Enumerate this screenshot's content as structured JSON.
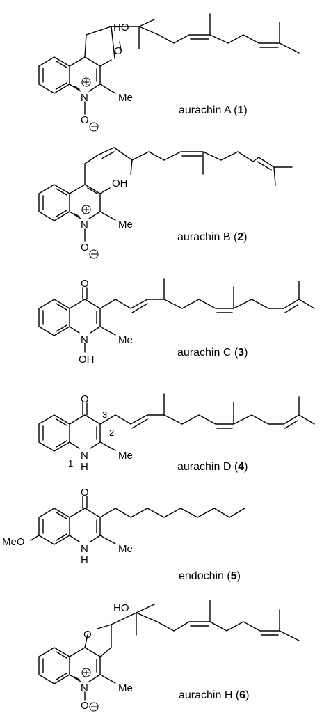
{
  "atoms": {
    "ho": "HO",
    "oh": "OH",
    "o": "O",
    "n": "N",
    "nh_n": "N",
    "h": "H",
    "me": "Me",
    "meo": "MeO"
  },
  "locants": {
    "one": "1",
    "two": "2",
    "three": "3"
  },
  "compounds": [
    {
      "name": "aurachin A (",
      "num": "1",
      "close": ")"
    },
    {
      "name": "aurachin B (",
      "num": "2",
      "close": ")"
    },
    {
      "name": "aurachin C (",
      "num": "3",
      "close": ")"
    },
    {
      "name": "aurachin D (",
      "num": "4",
      "close": ")"
    },
    {
      "name": "endochin (",
      "num": "5",
      "close": ")"
    },
    {
      "name": "aurachin H (",
      "num": "6",
      "close": ")"
    }
  ]
}
